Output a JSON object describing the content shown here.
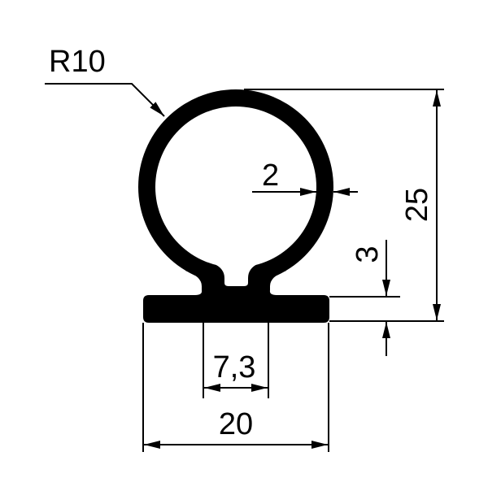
{
  "drawing": {
    "radius_label": "R10",
    "wall_thickness_label": "2",
    "height_label": "25",
    "base_thickness_label": "3",
    "neck_width_label": "7,3",
    "base_width_label": "20"
  },
  "colors": {
    "profile": "#000000",
    "background": "#ffffff"
  }
}
